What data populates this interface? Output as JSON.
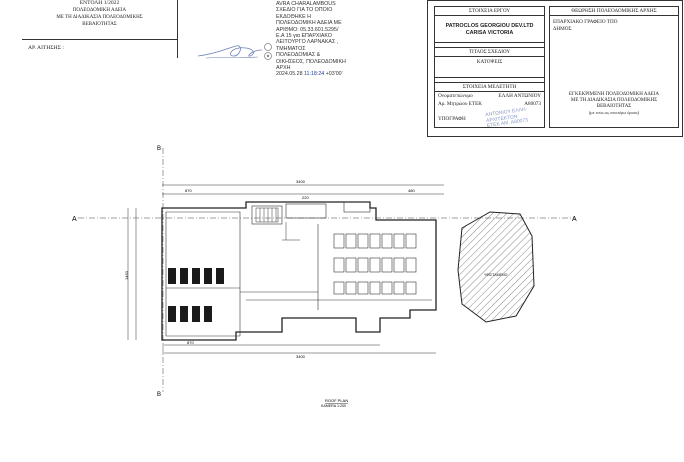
{
  "left_block": {
    "line1": "ΕΝΤΟΛΗ 1/2022",
    "line2": "ΠΟΛΕΟΔΟΜΙΚΗ ΑΔΕΙΑ",
    "line3": "ΜΕ ΤΗ ΔΙΑΔΙΚΑΣΙΑ ΠΟΛΕΟΔΟΜΙΚΗΣ",
    "line4": "ΒΕΒΑΙΟΤΗΤΑΣ",
    "application_label": "ΑΡ. ΑΙΤΗΣΗΣ :"
  },
  "signature_text": {
    "lines": [
      "AVRA CHARALAMBOUS",
      "ΣΧΕΔΙΟ ΓΙΑ ΤΟ ΟΠΟΙΟ",
      "ΕΚΔΟΘΗΚΕ Η",
      "ΠΟΛΕΟΔΟΜΙΚΗ ΑΔΕΙΑ ΜΕ",
      "ΑΡΙΘΜΟ: 05.33.601.5295/",
      "Ε.Α 15 για ΕΠΑΡΧΙΑΚΟ",
      "ΛΕΙΤΟΥΡΓΟ ΛΑΡΝΑΚΑΣ ,",
      "ΤΜΗΜΑΤΟΣ",
      "ΠΟΛΕΟΔΟΜΙΑΣ &",
      "ΟΙΚΗΣΕΟΣ, ΠΟΛΕΟΔΟΜΙΚΗ",
      "ΑΡΧΗ"
    ],
    "date": "2024.05.28",
    "time": "11:18:24",
    "tz": "+03'00'"
  },
  "project_box": {
    "header": "ΣΤΟΙΧΕΙΑ ΕΡΓΟΥ",
    "owner": "PATROCLOS GEORGIOU DEV.LTD",
    "project": "CARISA VICTORIA",
    "drawing_title_header": "ΤΙΤΛΟΣ ΣΧΕΔΙΟΥ",
    "drawing_title": "ΚΑΤΟΨΕΙΣ",
    "study_header": "ΣΤΟΙΧΕΙΑ ΜΕΛΕΤΗΤΗ",
    "name_label": "Ονοματεπώνυμο",
    "name_value": "ΕΛΛΗ ΑΝΤΩΝΙΟΥ",
    "reg_label": "Αρ. Μητρώου ΕΤΕΚ",
    "reg_value": "A80073",
    "signature_label": "ΥΠΟΓΡΑΦΗ"
  },
  "stamp": {
    "line1": "ΑΝΤΩΝΙΟΥ ΕΛΛΗ",
    "line2": "ΑΡΧΙΤΕΚΤΩΝ",
    "line3": "ΕΤΕΚ ΑΜ. Α80073"
  },
  "authority_box": {
    "header": "ΘΕΩΡΗΣΗ ΠΟΛΕΟΔΟΜΙΚΗΣ ΑΡΧΗΣ",
    "office_label": "ΕΠΑΡΧΙΑΚΟ ΓΡΑΦΕΙΟ ΤΠΟ",
    "municipality_label": "ΔΗΜΟΣ",
    "approval_line1": "ΕΓΚΕΚΡΙΜΕΝΗ ΠΟΛΕΟΔΟΜΙΚΗ ΑΔΕΙΑ",
    "approval_line2": "ΜΕ ΤΗ ΔΙΑΔΙΚΑΣΙΑ ΠΟΛΕΟΔΟΜΙΚΗΣ",
    "approval_line3": "ΒΕΒΑΙΟΤΗΤΑΣ",
    "approval_note": "(με τους ως ανωτέρω όρους)"
  },
  "plan": {
    "section_a_left": "A",
    "section_a_right": "A",
    "section_b_top": "B",
    "section_b_bottom": "B",
    "dim_overall": "3400",
    "dim_top_left": "870",
    "dim_top_mid": "220",
    "dim_top_right": "480",
    "dim_bottom_left": "870",
    "dim_bottom_right": "3400",
    "dim_side": "1450",
    "caption_line1": "ROOF PLAN",
    "caption_line2": "KAMERA 1:200",
    "hatched_label": "ΥΦΙΣΤΑΜΕΝΟ"
  }
}
